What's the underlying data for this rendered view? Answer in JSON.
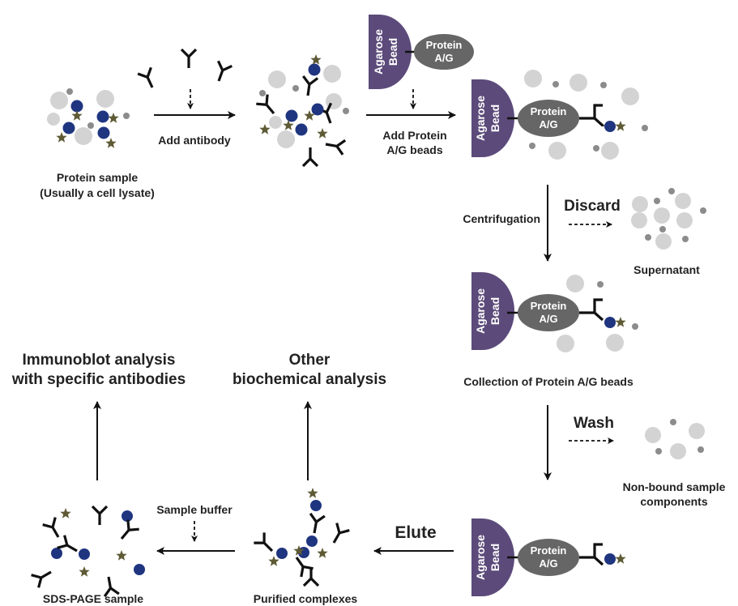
{
  "labels": {
    "protein_sample_line1": "Protein sample",
    "protein_sample_line2": "(Usually a cell lysate)",
    "add_antibody": "Add antibody",
    "add_protein_line1": "Add Protein",
    "add_protein_line2": "A/G beads",
    "centrifugation": "Centrifugation",
    "discard": "Discard",
    "supernatant": "Supernatant",
    "collection": "Collection of Protein A/G beads",
    "wash": "Wash",
    "nonbound_line1": "Non-bound  sample",
    "nonbound_line2": "components",
    "elute": "Elute",
    "purified": "Purified complexes",
    "sample_buffer": "Sample buffer",
    "sds_page": "SDS-PAGE sample",
    "immunoblot_line1": "Immunoblot analysis",
    "immunoblot_line2": "with specific antibodies",
    "other_line1": "Other",
    "other_line2": "biochemical analysis"
  },
  "bead": {
    "line1": "Agarose",
    "line2": "Bead"
  },
  "protein_ag": {
    "line1": "Protein",
    "line2": "A/G"
  },
  "colors": {
    "bead": "#5b4a7a",
    "protein_ag": "#666666",
    "target_protein": "#1f3580",
    "antigen_star": "#5e5a35",
    "large_particle": "#d3d3d3",
    "small_particle": "#8c8c8c",
    "antibody": "#111111"
  },
  "icons": [
    "arrow-right",
    "arrow-left",
    "arrow-down",
    "arrow-up",
    "dashed-arrow-down",
    "dashed-arrow-right",
    "antibody-y-shape",
    "star-antigen"
  ]
}
